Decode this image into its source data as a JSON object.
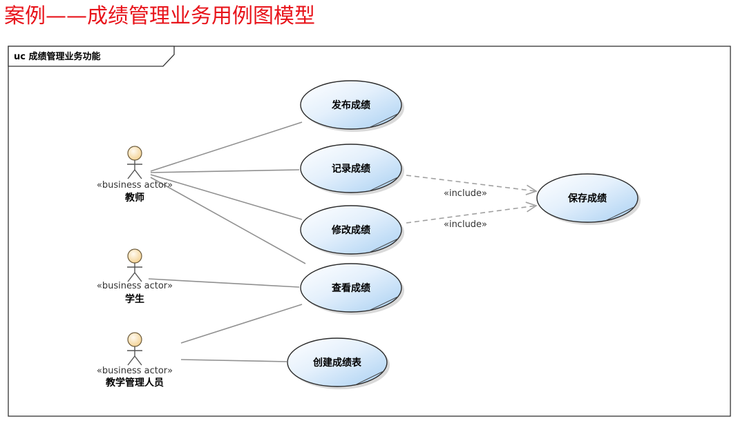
{
  "page_title": "案例——成绩管理业务用例图模型",
  "frame": {
    "label": "uc 成绩管理业务功能"
  },
  "actors": [
    {
      "id": "teacher",
      "stereotype": "«business actor»",
      "name": "教师"
    },
    {
      "id": "student",
      "stereotype": "«business actor»",
      "name": "学生"
    },
    {
      "id": "admin",
      "stereotype": "«business actor»",
      "name": "教学管理人员"
    }
  ],
  "use_cases": [
    {
      "id": "publish",
      "label": "发布成绩"
    },
    {
      "id": "record",
      "label": "记录成绩"
    },
    {
      "id": "modify",
      "label": "修改成绩"
    },
    {
      "id": "view",
      "label": "查看成绩"
    },
    {
      "id": "create",
      "label": "创建成绩表"
    },
    {
      "id": "save",
      "label": "保存成绩"
    }
  ],
  "associations": [
    {
      "from": "teacher",
      "to": "publish"
    },
    {
      "from": "teacher",
      "to": "record"
    },
    {
      "from": "teacher",
      "to": "modify"
    },
    {
      "from": "teacher",
      "to": "view"
    },
    {
      "from": "student",
      "to": "view"
    },
    {
      "from": "admin",
      "to": "view"
    },
    {
      "from": "admin",
      "to": "create"
    }
  ],
  "includes": [
    {
      "from": "record",
      "to": "save",
      "label": "«include»"
    },
    {
      "from": "modify",
      "to": "save",
      "label": "«include»"
    }
  ],
  "colors": {
    "title": "#e8141b",
    "usecase_fill_light": "#ffffff",
    "usecase_fill_dark": "#a9d0f2",
    "actor_head": "#f6dca8"
  }
}
